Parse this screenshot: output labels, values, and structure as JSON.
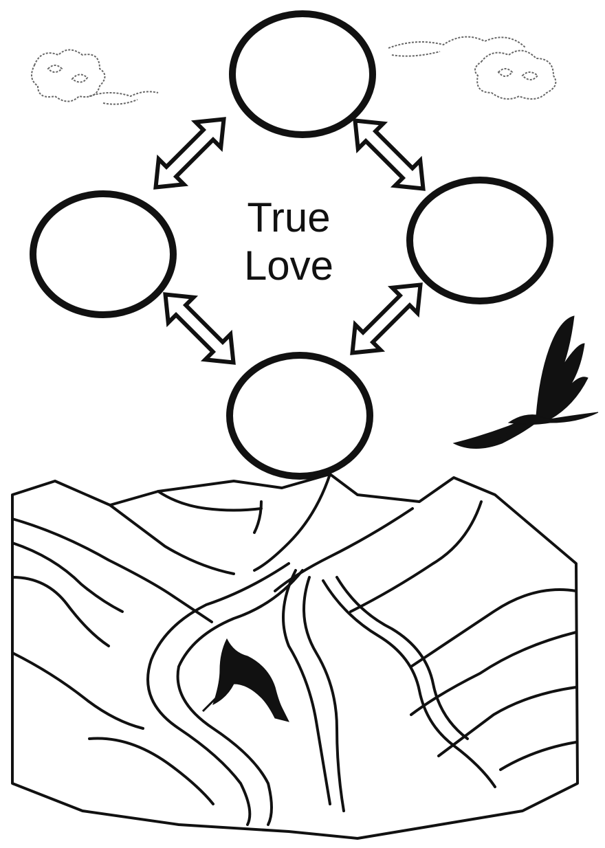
{
  "center": {
    "line1": "True",
    "line2": "Love"
  },
  "nodes": [
    {
      "id": "top",
      "label": ""
    },
    {
      "id": "left",
      "label": ""
    },
    {
      "id": "right",
      "label": ""
    },
    {
      "id": "bottom",
      "label": ""
    }
  ],
  "connections": [
    {
      "from": "top",
      "to": "left",
      "style": "double-arrow"
    },
    {
      "from": "top",
      "to": "right",
      "style": "double-arrow"
    },
    {
      "from": "left",
      "to": "bottom",
      "style": "double-arrow"
    },
    {
      "from": "right",
      "to": "bottom",
      "style": "double-arrow"
    }
  ],
  "decorations": [
    "cloud-icon",
    "cloud-icon",
    "eagle-icon",
    "marlin-icon",
    "mountains",
    "river"
  ],
  "colors": {
    "ink": "#111111",
    "background": "#ffffff"
  }
}
